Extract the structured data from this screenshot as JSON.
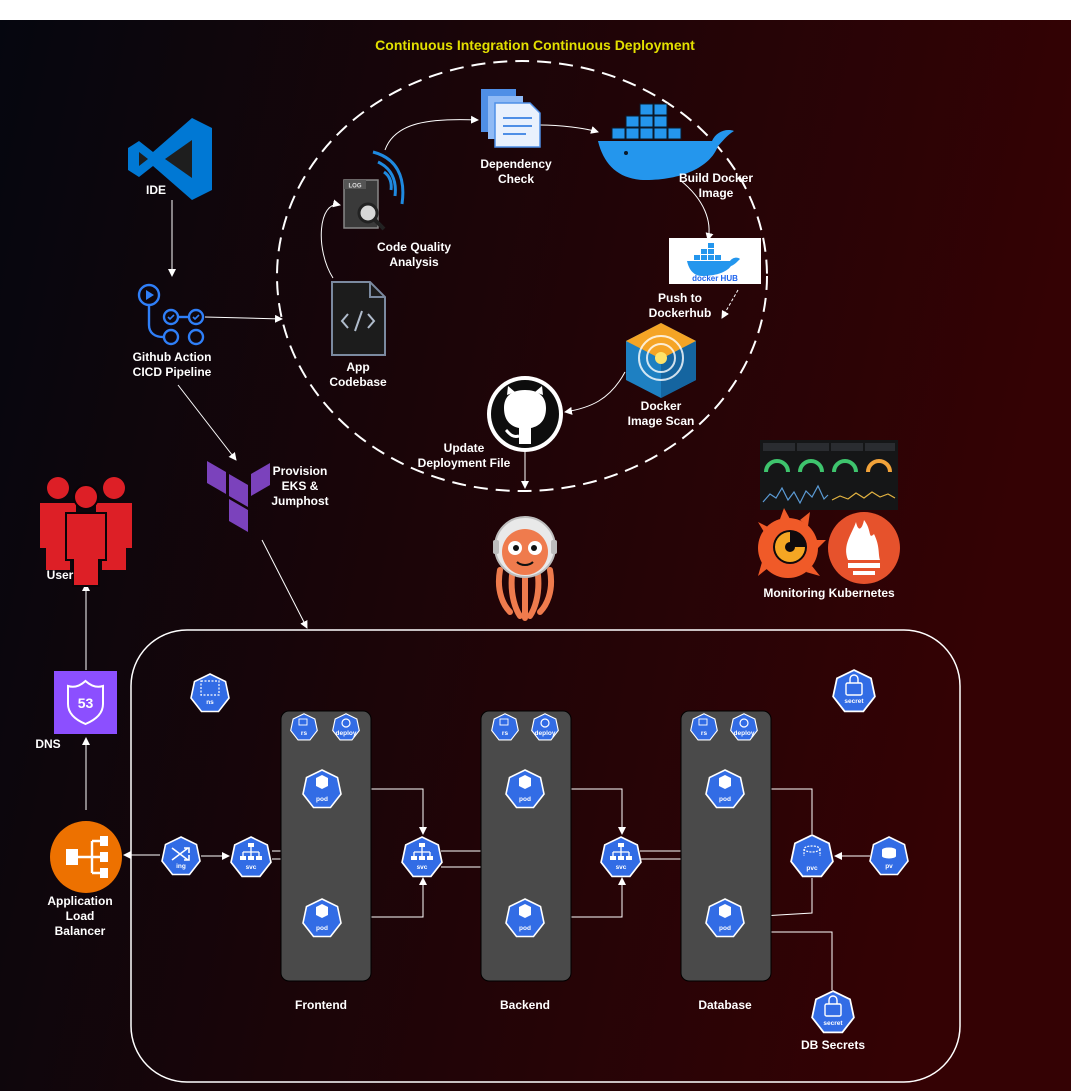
{
  "title": "Continuous Integration Continuous Deployment",
  "labels": {
    "ide": "IDE",
    "gha_1": "Github Action",
    "gha_2": "CICD Pipeline",
    "cq_1": "Code Quality",
    "cq_2": "Analysis",
    "app_1": "App",
    "app_2": "Codebase",
    "dep_1": "Dependency",
    "dep_2": "Check",
    "build_1": "Build Docker",
    "build_2": "Image",
    "hub_logo": "docker HUB",
    "push_1": "Push to",
    "push_2": "Dockerhub",
    "scan_1": "Docker",
    "scan_2": "Image Scan",
    "upd_1": "Update",
    "upd_2": "Deployment File",
    "prov_1": "Provision",
    "prov_2": "EKS &",
    "prov_3": "Jumphost",
    "user": "User",
    "dns": "DNS",
    "route53": "53",
    "alb_1": "Application",
    "alb_2": "Load",
    "alb_3": "Balancer",
    "monitoring": "Monitoring Kubernetes",
    "frontend": "Frontend",
    "backend": "Backend",
    "database": "Database",
    "db_secrets": "DB Secrets"
  },
  "k8s": {
    "ns": "ns",
    "secret": "secret",
    "rs": "rs",
    "deploy": "deploy",
    "pod": "pod",
    "svc": "svc",
    "ing": "ing",
    "pvc": "pvc",
    "pv": "pv"
  },
  "colors": {
    "title": "#e3e000",
    "k8s_blue": "#326ce5",
    "docker_blue": "#2496ed",
    "terraform": "#7b42bc",
    "aws_red": "#dd1f26",
    "route53": "#8c4fff",
    "alb": "#ed7100",
    "grafana": "#f05a28",
    "prometheus": "#e6522c"
  }
}
